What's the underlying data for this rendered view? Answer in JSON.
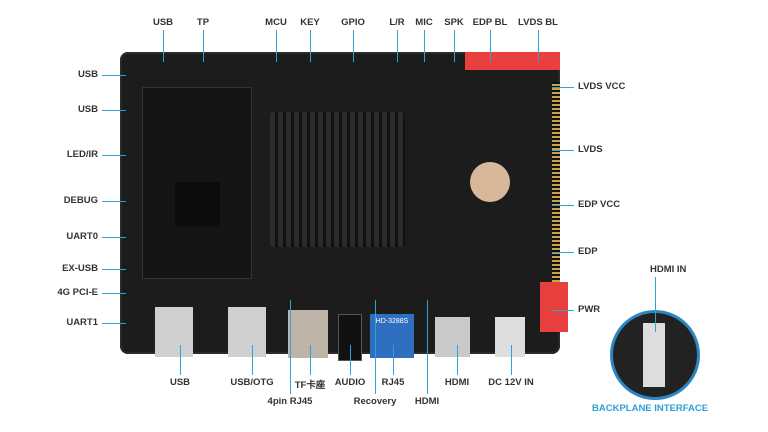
{
  "top_labels": [
    "USB",
    "TP",
    "MCU",
    "KEY",
    "GPIO",
    "L/R",
    "MIC",
    "SPK",
    "EDP BL",
    "LVDS BL"
  ],
  "left_labels": [
    "USB",
    "USB",
    "LED/IR",
    "DEBUG",
    "UART0",
    "EX-USB",
    "4G PCI-E",
    "UART1"
  ],
  "right_labels": [
    "LVDS VCC",
    "LVDS",
    "EDP VCC",
    "EDP",
    "PWR"
  ],
  "bottom_labels": [
    "USB",
    "USB/OTG",
    "TF卡座",
    "AUDIO",
    "RJ45",
    "HDMI",
    "DC 12V IN"
  ],
  "bottom_labels_row2": [
    "4pin RJ45",
    "Recovery",
    "HDMI"
  ],
  "board_chip_label": "HD-3288S",
  "inset": {
    "title": "HDMI IN",
    "caption": "BACKPLANE INTERFACE",
    "caption_color": "#2d9fd8"
  },
  "colors": {
    "leader_line": "#2fa3d6",
    "board": "#1c1c1c",
    "connector_red": "#e8403f"
  }
}
